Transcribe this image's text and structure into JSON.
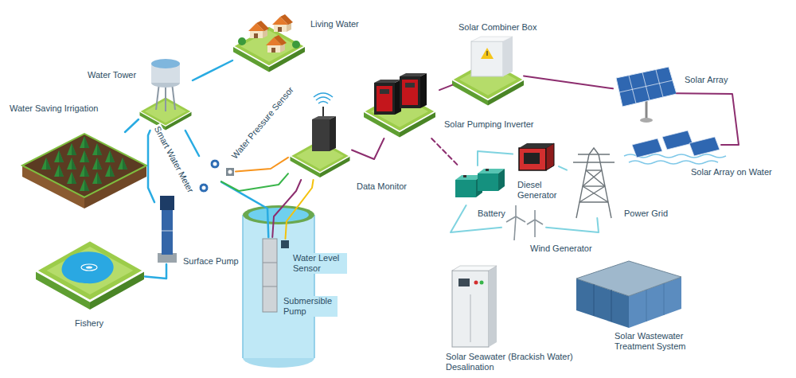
{
  "diagram": {
    "nodes": [
      {
        "text": [
          "Living Water"
        ]
      },
      {
        "text": [
          "Water Tower"
        ]
      },
      {
        "text": [
          "Water Saving Irrigation"
        ]
      },
      {
        "text": [
          "Solar Combiner Box"
        ]
      },
      {
        "text": [
          "Solar Array"
        ]
      },
      {
        "text": [
          "Solar Pumping Inverter"
        ]
      },
      {
        "text": [
          "Data Monitor"
        ]
      },
      {
        "text": [
          "Water Pressure Sensor"
        ]
      },
      {
        "text": [
          "Smart Water Meter"
        ]
      },
      {
        "text": [
          "Diesel Generator"
        ]
      },
      {
        "text": [
          "Battery"
        ]
      },
      {
        "text": [
          "Power Grid"
        ]
      },
      {
        "text": [
          "Solar Array on Water"
        ]
      },
      {
        "text": [
          "Wind Generator"
        ]
      },
      {
        "text": [
          "Surface Pump"
        ]
      },
      {
        "text": [
          "Water Level Sensor"
        ]
      },
      {
        "text": [
          "Submersible Pump"
        ]
      },
      {
        "text": [
          "Fishery"
        ]
      },
      {
        "text": [
          "Solar Seawater (Brackish Water) Desalination"
        ]
      },
      {
        "text": [
          "Solar Wastewater Treatment System"
        ]
      }
    ],
    "edges": [
      {
        "from": 1,
        "to": 0,
        "arrow": "none"
      },
      {
        "from": 1,
        "to": 2,
        "arrow": "none"
      },
      {
        "from": 8,
        "to": 1,
        "arrow": "none"
      },
      {
        "from": 16,
        "to": 8,
        "arrow": "none"
      },
      {
        "from": 1,
        "to": 14,
        "arrow": "none"
      },
      {
        "from": 14,
        "to": 17,
        "arrow": "none"
      },
      {
        "from": 7,
        "to": 6,
        "arrow": "none"
      },
      {
        "from": 8,
        "to": 6,
        "arrow": "none"
      },
      {
        "from": 15,
        "to": 6,
        "arrow": "none"
      },
      {
        "from": 6,
        "to": 16,
        "arrow": "none"
      },
      {
        "from": 6,
        "to": 5,
        "arrow": "none"
      },
      {
        "from": 5,
        "to": 3,
        "arrow": "none"
      },
      {
        "from": 3,
        "to": 4,
        "arrow": "none"
      },
      {
        "from": 4,
        "to": 12,
        "arrow": "none"
      },
      {
        "from": 5,
        "to": 10,
        "arrow": "none"
      },
      {
        "from": 10,
        "to": 9,
        "arrow": "none"
      },
      {
        "from": 9,
        "to": 11,
        "arrow": "none"
      },
      {
        "from": 11,
        "to": 13,
        "arrow": "none"
      },
      {
        "from": 13,
        "to": 10,
        "arrow": "none"
      }
    ]
  }
}
